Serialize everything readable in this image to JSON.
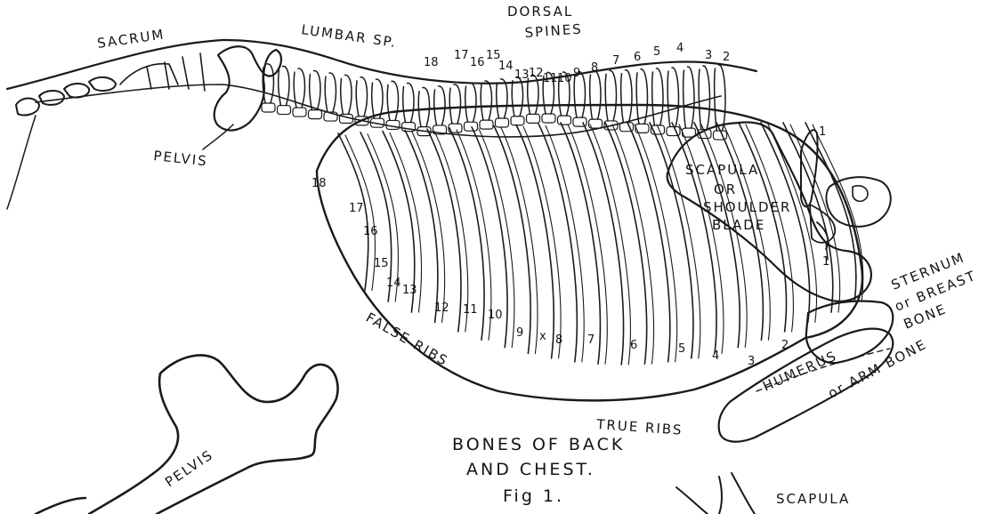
{
  "labels": {
    "sacrum": "SACRUM",
    "lumbar": "LUMBAR SP.",
    "dorsal1": "DORSAL",
    "dorsal2": "SPINES",
    "pelvis": "PELVIS",
    "scapula1": "SCAPULA",
    "scapula2": "OR",
    "scapula3": "SHOULDER",
    "scapula4": "BLADE",
    "sternum1": "STERNUM",
    "sternum2": "or BREAST",
    "sternum3": "BONE",
    "humerus": "HUMERUS",
    "armbone": "or ARM BONE",
    "falseRibs": "FALSE RIBS",
    "trueRibs": "TRUE RIBS",
    "pelvisLower": "PELVIS",
    "scapulaLower": "SCAPULA",
    "caption1": "BONES OF BACK",
    "caption2": "AND CHEST.",
    "caption3": "Fig 1."
  },
  "spineNumbers": [
    "18",
    "17",
    "16",
    "15",
    "14",
    "13",
    "12",
    "11",
    "10",
    "9",
    "8",
    "7",
    "6",
    "5",
    "4",
    "3",
    "2",
    "1"
  ],
  "ribNumbers": [
    "18",
    "17",
    "16",
    "15",
    "14",
    "13",
    "12",
    "11",
    "10",
    "9",
    "x",
    "8",
    "7",
    "6",
    "5",
    "4",
    "3",
    "2",
    "1"
  ]
}
